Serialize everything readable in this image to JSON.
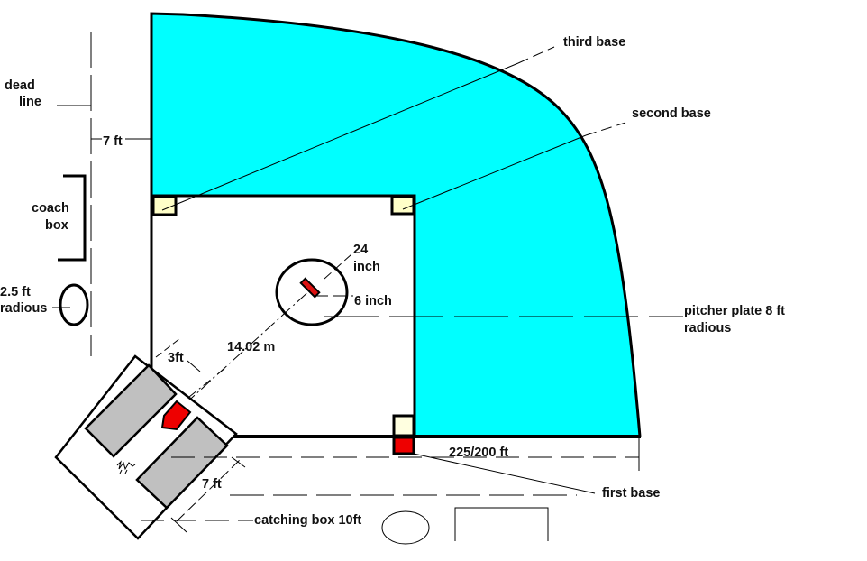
{
  "colors": {
    "outfield": "#00FFFF",
    "base": "#FFFFE0",
    "home_plate": "#FF0000",
    "first_base_marker": "#FF0000",
    "batter_box": "#C0C0C0",
    "line": "#000000",
    "background": "#FFFFFF"
  },
  "labels": {
    "dead_line_1": "dead",
    "dead_line_2": "line",
    "seven_ft_top": "7 ft",
    "coach_box_1": "coach",
    "coach_box_2": "box",
    "radius_1": "2.5 ft",
    "radius_2": "radious",
    "three_ft": "3ft",
    "pitch_distance": "14.02 m",
    "circle_24_1": "24",
    "circle_24_2": "inch",
    "six_inch": "6 inch",
    "third_base": "third base",
    "second_base": "second base",
    "pitcher_plate_1": "pitcher plate 8 ft",
    "pitcher_plate_2": "radious",
    "fence_distance": "225/200 ft",
    "first_base": "first base",
    "seven_ft_bottom": "7 ft",
    "catching_box": "catching box 10ft"
  }
}
